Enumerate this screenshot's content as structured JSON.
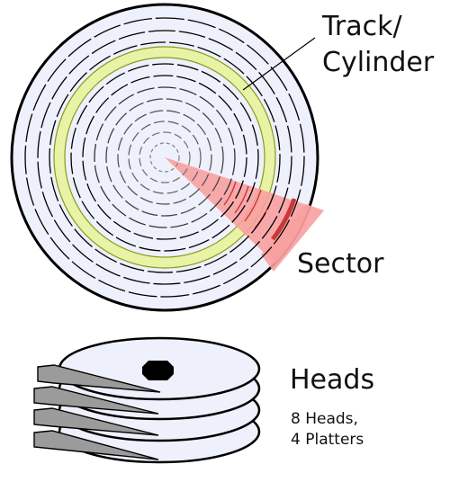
{
  "labels": {
    "track_line1": "Track/",
    "track_line2": "Cylinder",
    "sector": "Sector",
    "heads": "Heads",
    "heads_detail_line1": "8 Heads,",
    "heads_detail_line2": "4 Platters"
  },
  "colors": {
    "outline": "#000000",
    "platter_fill": "#eef0fb",
    "track_highlight": "#e9f3a6",
    "sector_fill": "#f8a0a0",
    "sector_dark": "#c83a3a",
    "head_arm": "#9b9b9b",
    "spindle": "#000000"
  },
  "icons": {
    "heads": "disk-head-arm-icon",
    "spindle": "spindle-hub-icon"
  }
}
